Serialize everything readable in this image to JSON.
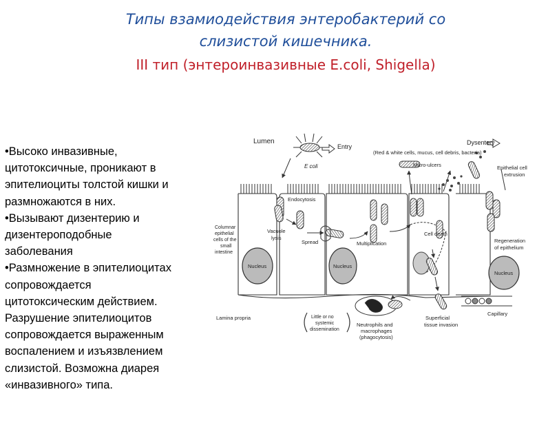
{
  "title": {
    "line1": "Типы взамиодействия энтеробактерий со",
    "line2": "слизистой кишечника.",
    "line3": "III тип (энтероинвазивные E.coli, Shigella)"
  },
  "body_lines": [
    "•Высоко инвазивные,",
    "цитотоксичные, проникают в",
    "эпителиоциты толстой кишки и",
    "размножаются в них.",
    "•Вызывают дизентерию и",
    "дизентероподобные",
    "заболевания",
    "•Размножение в эпителиоцитах",
    "сопровождается",
    "цитотоксическим действием.",
    "Разрушение эпителиоцитов",
    "сопровождается выраженным",
    "воспалением и изъязвлением",
    "слизистой. Возможна диарея",
    "«инвазивного» типа."
  ],
  "diagram": {
    "lumen": "Lumen",
    "entry": "Entry",
    "ecoli": "E coli",
    "dysentery": "Dysentery",
    "dysentery_note": "(Red & white cells, mucus, cell debris, bacteria)",
    "micro_ulcers": "Micro-ulcers",
    "epithelial_extrusion_1": "Epithelial cell",
    "epithelial_extrusion_2": "extrusion",
    "endocytosis": "Endocytosis",
    "vacuole_lysis_1": "Vacuole",
    "vacuole_lysis_2": "lysis",
    "spread": "Spread",
    "multiplication": "Multiplication",
    "cell_death": "Cell death",
    "columnar_1": "Columnar",
    "columnar_2": "epithelial",
    "columnar_3": "cells of the",
    "columnar_4": "small",
    "columnar_5": "intestine",
    "nucleus": "Nucleus",
    "regeneration_1": "Regeneration",
    "regeneration_2": "of epithelium",
    "lamina_propria": "Lamina propria",
    "little_1": "Little or no",
    "little_2": "systemic",
    "little_3": "dissemination",
    "neutrophils_1": "Neutrophils and",
    "neutrophils_2": "macrophages",
    "neutrophils_3": "(phagocytosis)",
    "superficial_1": "Superficial",
    "superficial_2": "tissue invasion",
    "capillary": "Capillary"
  }
}
